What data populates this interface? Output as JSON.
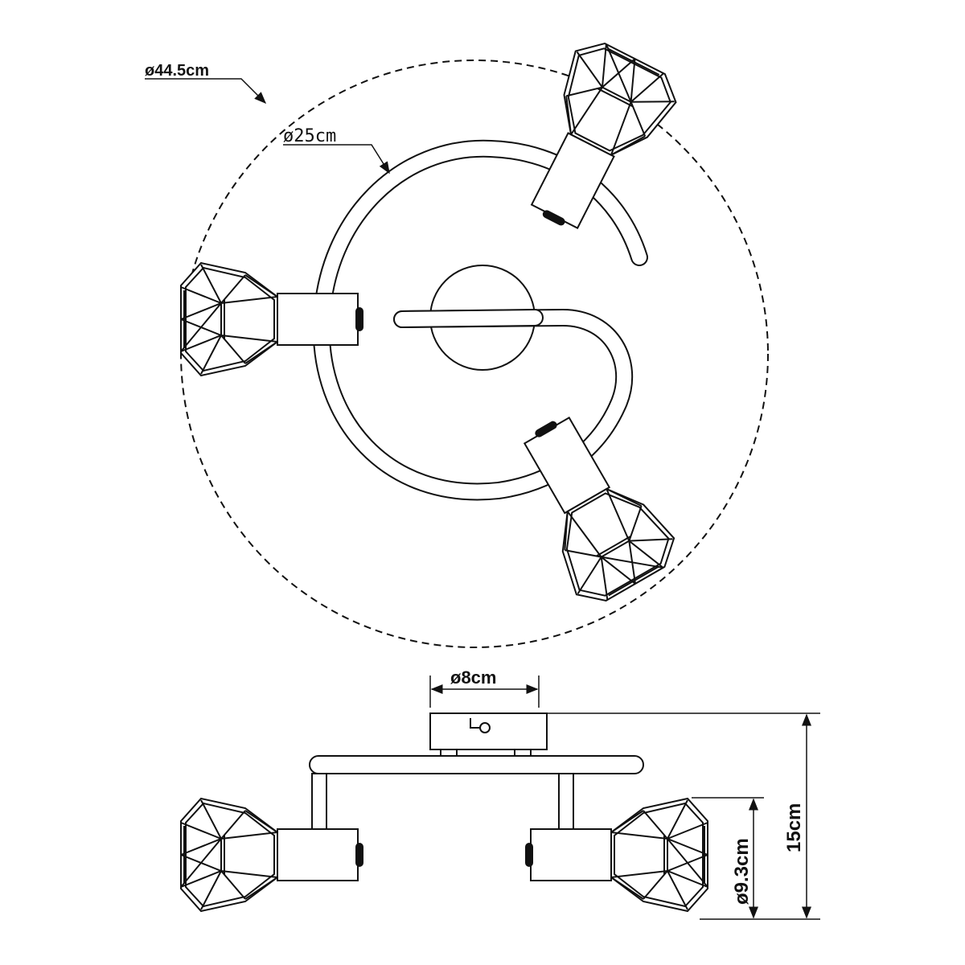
{
  "top_view": {
    "outer_diameter": "ø44.5cm",
    "arm_diameter": "ø25cm"
  },
  "side_view": {
    "canopy_diameter": "ø8cm",
    "height": "15cm",
    "shade_diameter": "ø9.3cm"
  }
}
